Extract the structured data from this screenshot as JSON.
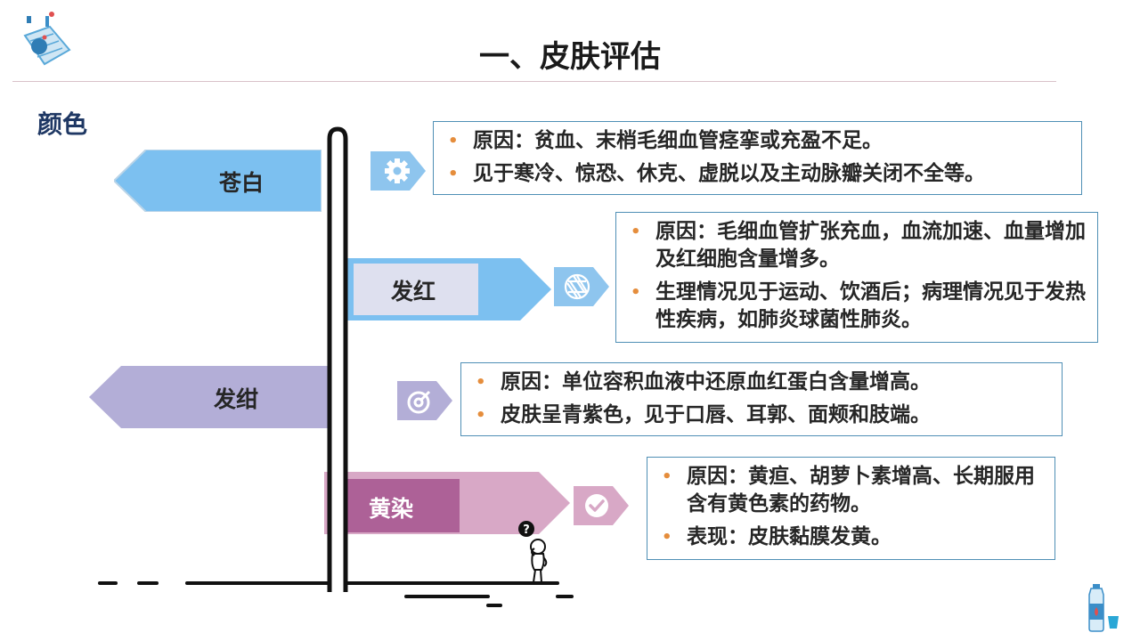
{
  "slide": {
    "title": "一、皮肤评估",
    "section_label": "颜色"
  },
  "signs": [
    {
      "label": "苍白",
      "direction": "left",
      "fill": "#7cc0f0",
      "icon": "gear-icon",
      "icon_color": "#8ec5ee",
      "points": [
        "原因：贫血、末梢毛细血管痉挛或充盈不足。",
        "见于寒冷、惊恐、休克、虚脱以及主动脉瓣关闭不全等。"
      ]
    },
    {
      "label": "发红",
      "direction": "right",
      "fill": "#7cc0f0",
      "icon": "aperture-icon",
      "icon_color": "#8ec5ee",
      "points": [
        "原因：毛细血管扩张充血，血流加速、血量增加及红细胞含量增多。",
        "生理情况见于运动、饮酒后；病理情况见于发热性疾病，如肺炎球菌性肺炎。"
      ]
    },
    {
      "label": "发绀",
      "direction": "left",
      "fill": "#b3aed7",
      "icon": "target-icon",
      "icon_color": "#b3aed7",
      "points": [
        "原因：单位容积血液中还原血红蛋白含量增高。",
        "皮肤呈青紫色，见于口唇、耳郭、面颊和肢端。"
      ]
    },
    {
      "label": "黄染",
      "direction": "right",
      "fill": "#d8a8c6",
      "icon": "check-icon",
      "icon_color": "#d8a8c6",
      "points": [
        "原因：黄疸、胡萝卜素增高、长期服用含有黄色素的药物。",
        "表现：皮肤黏膜发黄。"
      ]
    }
  ],
  "person": {
    "bubble": "?"
  }
}
